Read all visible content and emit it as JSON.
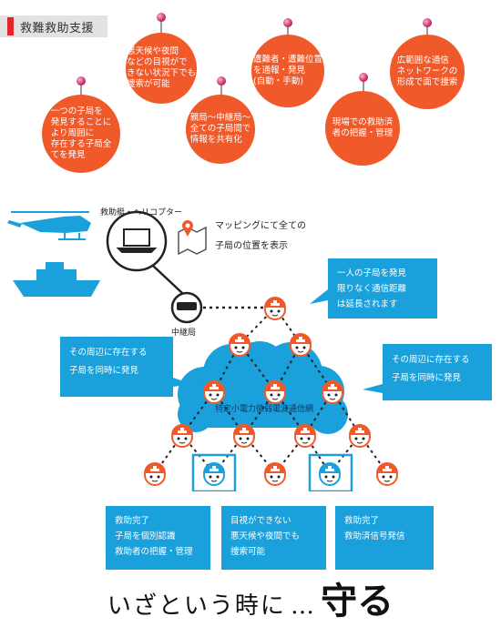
{
  "header": {
    "title": "救難救助支援"
  },
  "bubbles": [
    "一つの子局を\n発見することに\nより周囲に\n存在する子局全\nてを発見",
    "悪天候や夜間\nなどの目視がで\nきない状況下でも\n捜索が可能",
    "親局〜中継局〜\n全ての子局間で\n情報を共有化",
    "遭難者・遭難位置\nを通報・発見\n(自動・手動)",
    "現場での救助済\n者の把握・管理",
    "広範囲な通信\nネットワークの\n形成で面で捜索"
  ],
  "diagram": {
    "device_label": "救助艇・ヘリコプター",
    "mapping_text": "マッピングにて全ての\n子局の位置を表示",
    "relay_label": "中継局",
    "cloud_label": "特定小電力微弱電波通信網"
  },
  "boxes": {
    "top_right": "一人の子局を発見\n限りなく通信距離\nは延長されます",
    "left": "その周辺に存在する\n子局を同時に発見",
    "right": "その周辺に存在する\n子局を同時に発見",
    "bottom_left": "救助完了\n子局を個別認識\n救助者の把握・管理",
    "bottom_mid": "目視ができない\n悪天候や夜間でも\n捜索可能",
    "bottom_right": "救助完了\n救助済信号発信"
  },
  "footer": {
    "text": "いざという時に",
    "dots": "…",
    "emph": "守る"
  },
  "colors": {
    "orange": "#f05a2a",
    "blue": "#1aa0db",
    "red": "#e0262b"
  },
  "icons": [
    "helicopter-icon",
    "ship-icon",
    "laptop-icon",
    "map-pin-icon",
    "relay-device-icon",
    "person-helmet-icon"
  ]
}
